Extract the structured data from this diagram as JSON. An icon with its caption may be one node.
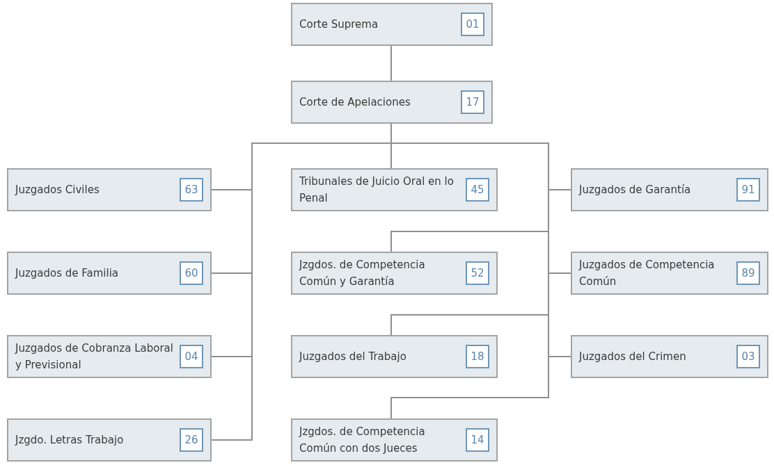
{
  "diagram": {
    "nodes": [
      {
        "text": [
          "Corte Suprema",
          "01"
        ]
      },
      {
        "text": [
          "Corte de Apelaciones",
          "17"
        ]
      },
      {
        "text": [
          "Juzgados Civiles",
          "63"
        ]
      },
      {
        "text": [
          "Tribunales de Juicio Oral en lo Penal",
          "45"
        ]
      },
      {
        "text": [
          "Juzgados de Garantía",
          "91"
        ]
      },
      {
        "text": [
          "Juzgados de Familia",
          "60"
        ]
      },
      {
        "text": [
          "Jzgdos. de Competencia Común y Garantía",
          "52"
        ]
      },
      {
        "text": [
          "Juzgados de Competencia Común",
          "89"
        ]
      },
      {
        "text": [
          "Juzgados de Cobranza Laboral y Previsional",
          "04"
        ]
      },
      {
        "text": [
          "Juzgados del Trabajo",
          "18"
        ]
      },
      {
        "text": [
          "Juzgados del Crimen",
          "03"
        ]
      },
      {
        "text": [
          "Jzgdo. Letras Trabajo",
          "26"
        ]
      },
      {
        "text": [
          "Jzgdos. de Competencia Común con dos Jueces",
          "14"
        ]
      }
    ],
    "edges": [
      {
        "from": 0,
        "to": 1,
        "arrow": "none"
      },
      {
        "from": 1,
        "to": 2,
        "arrow": "none"
      },
      {
        "from": 1,
        "to": 3,
        "arrow": "none"
      },
      {
        "from": 1,
        "to": 4,
        "arrow": "none"
      },
      {
        "from": 1,
        "to": 5,
        "arrow": "none"
      },
      {
        "from": 1,
        "to": 6,
        "arrow": "none"
      },
      {
        "from": 1,
        "to": 7,
        "arrow": "none"
      },
      {
        "from": 1,
        "to": 8,
        "arrow": "none"
      },
      {
        "from": 1,
        "to": 9,
        "arrow": "none"
      },
      {
        "from": 1,
        "to": 10,
        "arrow": "none"
      },
      {
        "from": 1,
        "to": 11,
        "arrow": "none"
      },
      {
        "from": 1,
        "to": 12,
        "arrow": "none"
      }
    ]
  }
}
